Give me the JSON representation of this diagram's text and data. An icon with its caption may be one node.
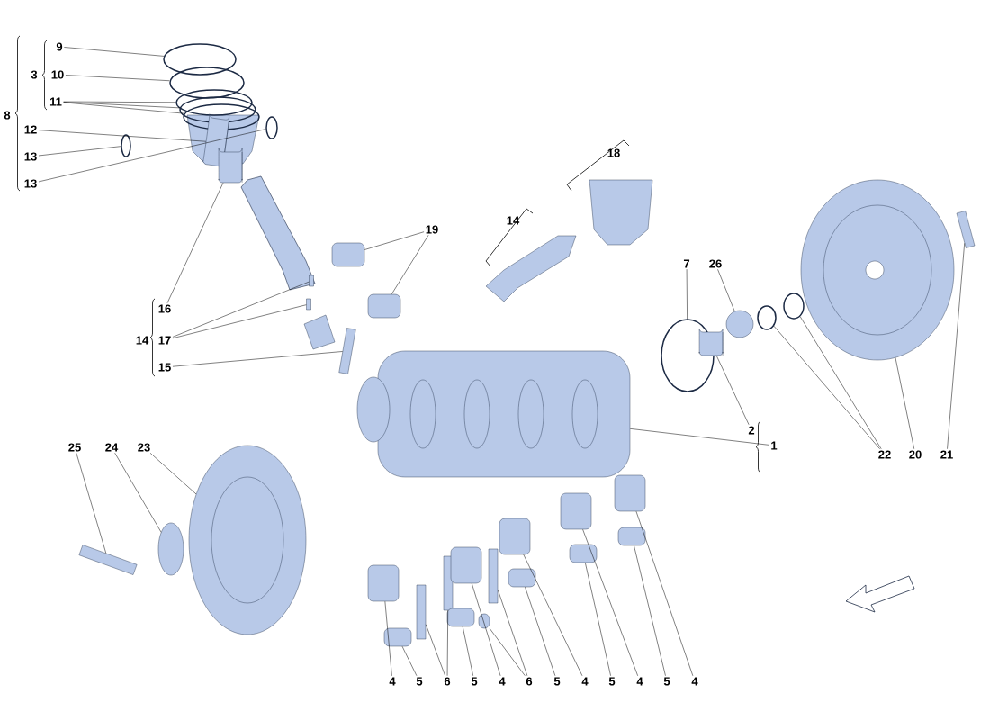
{
  "diagram": {
    "nodes": [
      {
        "text": [
          "9"
        ]
      },
      {
        "text": [
          "10"
        ]
      },
      {
        "text": [
          "11"
        ]
      },
      {
        "text": [
          "12"
        ]
      },
      {
        "text": [
          "13"
        ]
      },
      {
        "text": [
          "13"
        ]
      },
      {
        "text": [
          "16"
        ]
      },
      {
        "text": [
          "17"
        ]
      },
      {
        "text": [
          "15"
        ]
      },
      {
        "text": [
          "19"
        ]
      },
      {
        "text": [
          "7"
        ]
      },
      {
        "text": [
          "26"
        ]
      },
      {
        "text": [
          "2"
        ]
      },
      {
        "text": [
          "1"
        ]
      },
      {
        "text": [
          "22"
        ]
      },
      {
        "text": [
          "20"
        ]
      },
      {
        "text": [
          "21"
        ]
      },
      {
        "text": [
          "25"
        ]
      },
      {
        "text": [
          "24"
        ]
      },
      {
        "text": [
          "23"
        ]
      },
      {
        "text": [
          "4"
        ]
      },
      {
        "text": [
          "5"
        ]
      },
      {
        "text": [
          "6"
        ]
      },
      {
        "text": [
          "5"
        ]
      },
      {
        "text": [
          "4"
        ]
      },
      {
        "text": [
          "6"
        ]
      },
      {
        "text": [
          "5"
        ]
      },
      {
        "text": [
          "4"
        ]
      },
      {
        "text": [
          "5"
        ]
      },
      {
        "text": [
          "4"
        ]
      },
      {
        "text": [
          "5"
        ]
      },
      {
        "text": [
          "4"
        ]
      },
      {
        "text": [],
        "shape": "circle"
      },
      {
        "text": [],
        "shape": "circle"
      },
      {
        "text": [],
        "shape": "circle"
      },
      {
        "text": [],
        "shape": "circle"
      },
      {
        "text": [],
        "shape": "circle"
      },
      {
        "text": [],
        "shape": "cylinder"
      },
      {
        "text": [],
        "shape": "circle"
      },
      {
        "text": [],
        "shape": "circle"
      },
      {
        "text": [],
        "shape": "cylinder"
      },
      {
        "text": [],
        "shape": "bar"
      },
      {
        "text": [],
        "shape": "bar"
      },
      {
        "text": [],
        "shape": "bar"
      },
      {
        "text": [],
        "shape": "box"
      },
      {
        "text": [],
        "shape": "box"
      },
      {
        "text": [],
        "shape": "circle"
      },
      {
        "text": [],
        "shape": "circle"
      },
      {
        "text": [],
        "shape": "cylinder"
      },
      {
        "text": [],
        "shape": "picture"
      },
      {
        "text": [],
        "shape": "circle"
      },
      {
        "text": [],
        "shape": "circle"
      },
      {
        "text": [],
        "shape": "picture"
      },
      {
        "text": [],
        "shape": "bar"
      },
      {
        "text": [],
        "shape": "bar"
      },
      {
        "text": [],
        "shape": "circle"
      },
      {
        "text": [],
        "shape": "picture"
      },
      {
        "text": [],
        "shape": "box"
      },
      {
        "text": [],
        "shape": "box"
      },
      {
        "text": [],
        "shape": "bar"
      },
      {
        "text": [],
        "shape": "bar"
      },
      {
        "text": [],
        "shape": "box"
      },
      {
        "text": [],
        "shape": "box"
      },
      {
        "text": [],
        "shape": "box"
      },
      {
        "text": [],
        "shape": "bar"
      },
      {
        "text": [],
        "shape": "box"
      },
      {
        "text": [],
        "shape": "box"
      },
      {
        "text": [],
        "shape": "box"
      },
      {
        "text": [],
        "shape": "box"
      },
      {
        "text": [],
        "shape": "box"
      },
      {
        "text": [],
        "shape": "box"
      }
    ],
    "edges": [
      {
        "from": 0,
        "to": 32,
        "arrow": "none"
      },
      {
        "from": 1,
        "to": 33,
        "arrow": "none"
      },
      {
        "from": 2,
        "to": 34,
        "arrow": "none"
      },
      {
        "from": 2,
        "to": 35,
        "arrow": "none"
      },
      {
        "from": 2,
        "to": 36,
        "arrow": "none"
      },
      {
        "from": 3,
        "to": 37,
        "arrow": "none"
      },
      {
        "from": 4,
        "to": 38,
        "arrow": "none"
      },
      {
        "from": 5,
        "to": 39,
        "arrow": "none"
      },
      {
        "from": 6,
        "to": 40,
        "arrow": "none"
      },
      {
        "from": 7,
        "to": 41,
        "arrow": "none"
      },
      {
        "from": 7,
        "to": 42,
        "arrow": "none"
      },
      {
        "from": 8,
        "to": 43,
        "arrow": "none"
      },
      {
        "from": 9,
        "to": 44,
        "arrow": "none"
      },
      {
        "from": 9,
        "to": 45,
        "arrow": "none"
      },
      {
        "from": 10,
        "to": 46,
        "arrow": "none"
      },
      {
        "from": 11,
        "to": 47,
        "arrow": "none"
      },
      {
        "from": 12,
        "to": 48,
        "arrow": "none"
      },
      {
        "from": 13,
        "to": 49,
        "arrow": "none"
      },
      {
        "from": 14,
        "to": 50,
        "arrow": "none"
      },
      {
        "from": 14,
        "to": 51,
        "arrow": "none"
      },
      {
        "from": 15,
        "to": 52,
        "arrow": "none"
      },
      {
        "from": 16,
        "to": 53,
        "arrow": "none"
      },
      {
        "from": 17,
        "to": 54,
        "arrow": "none"
      },
      {
        "from": 18,
        "to": 55,
        "arrow": "none"
      },
      {
        "from": 19,
        "to": 56,
        "arrow": "none"
      },
      {
        "from": 20,
        "to": 57,
        "arrow": "none"
      },
      {
        "from": 21,
        "to": 58,
        "arrow": "none"
      },
      {
        "from": 22,
        "to": 59,
        "arrow": "none"
      },
      {
        "from": 22,
        "to": 60,
        "arrow": "none"
      },
      {
        "from": 23,
        "to": 61,
        "arrow": "none"
      },
      {
        "from": 24,
        "to": 62,
        "arrow": "none"
      },
      {
        "from": 25,
        "to": 63,
        "arrow": "none"
      },
      {
        "from": 25,
        "to": 64,
        "arrow": "none"
      },
      {
        "from": 26,
        "to": 65,
        "arrow": "none"
      },
      {
        "from": 27,
        "to": 66,
        "arrow": "none"
      },
      {
        "from": 28,
        "to": 67,
        "arrow": "none"
      },
      {
        "from": 29,
        "to": 68,
        "arrow": "none"
      },
      {
        "from": 30,
        "to": 69,
        "arrow": "none"
      },
      {
        "from": 31,
        "to": 70,
        "arrow": "none"
      }
    ],
    "labels": [
      "3",
      "8",
      "18",
      "14",
      "14"
    ]
  }
}
